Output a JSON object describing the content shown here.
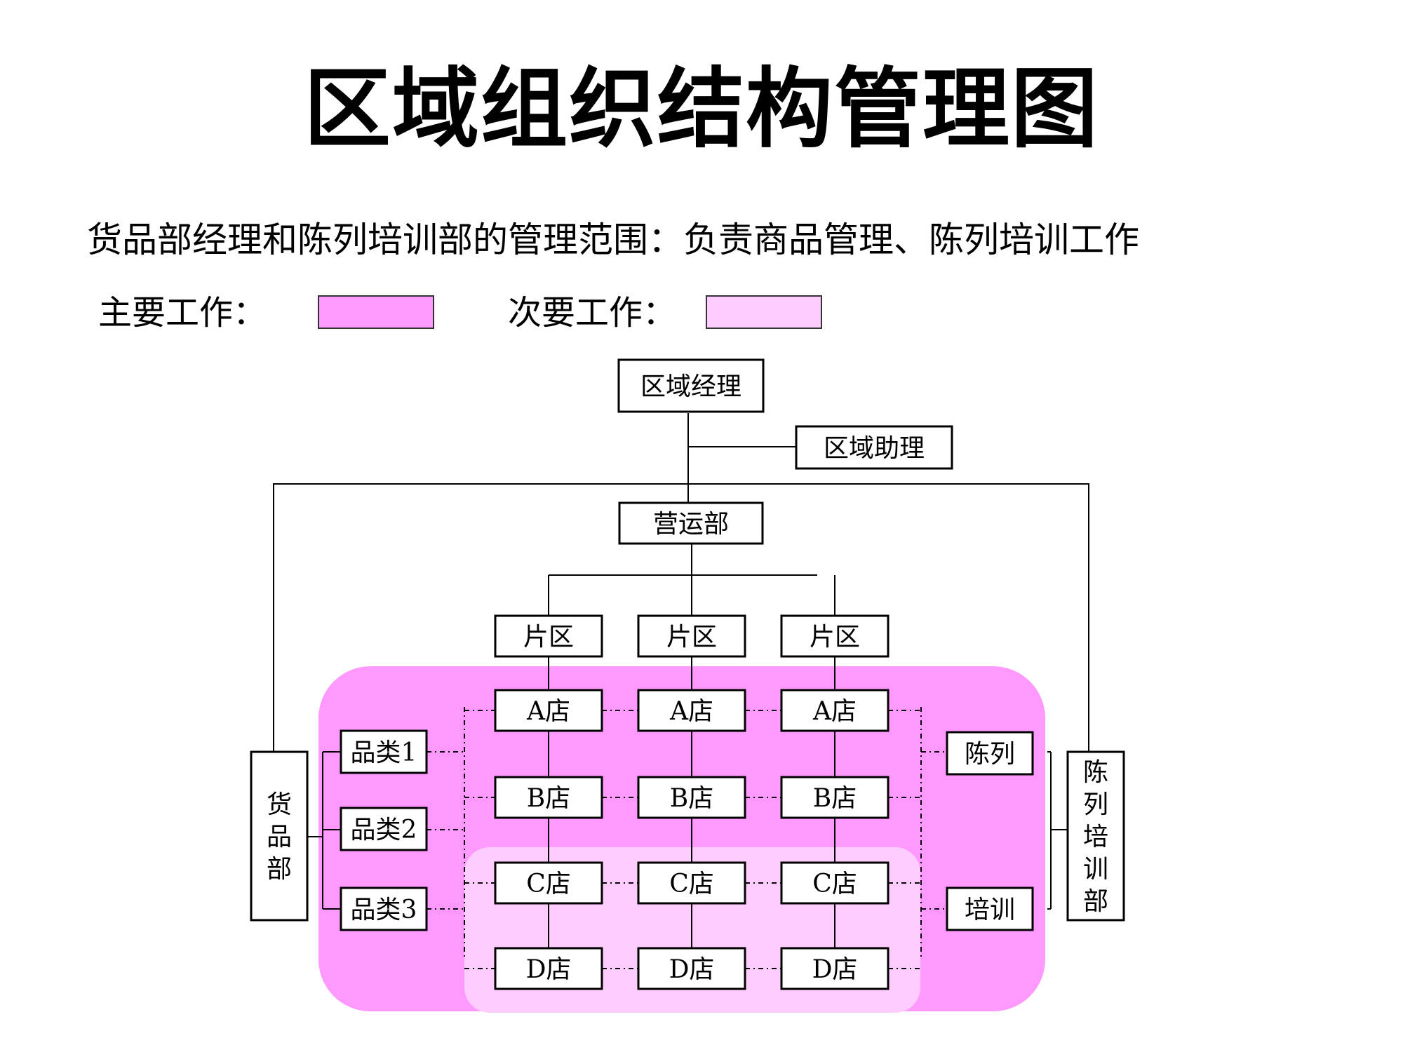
{
  "title": "区域组织结构管理图",
  "subtitle": "货品部经理和陈列培训部的管理范围：负责商品管理、陈列培训工作",
  "legend": {
    "primary_label": "主要工作：",
    "secondary_label": "次要工作：",
    "primary_color": "#ff99ff",
    "secondary_color": "#ffccff"
  },
  "colors": {
    "primary": "#ff99ff",
    "secondary": "#ffccff",
    "line": "#000000"
  },
  "org": {
    "regional_manager": "区域经理",
    "regional_assistant": "区域助理",
    "operations_dept": "营运部",
    "districts": [
      "片区",
      "片区",
      "片区"
    ],
    "store_rows": [
      [
        "A店",
        "A店",
        "A店"
      ],
      [
        "B店",
        "B店",
        "B店"
      ],
      [
        "C店",
        "C店",
        "C店"
      ],
      [
        "D店",
        "D店",
        "D店"
      ]
    ],
    "merchandise_dept": [
      "货",
      "品",
      "部"
    ],
    "categories": [
      "品类1",
      "品类2",
      "品类3"
    ],
    "display_training_dept": [
      "陈",
      "列",
      "培",
      "训",
      "部"
    ],
    "display": "陈列",
    "training": "培训"
  }
}
